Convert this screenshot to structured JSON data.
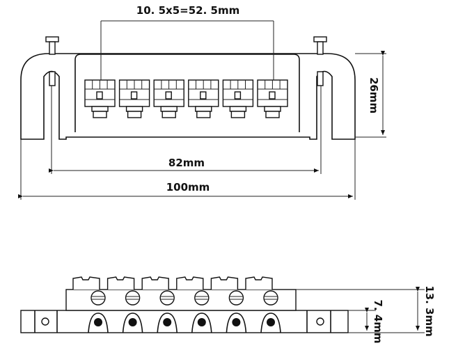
{
  "diagram": {
    "top_view": {
      "saddle_spacing_label": "10. 5x5=52. 5mm",
      "height_label": "26mm",
      "post_spacing_label": "82mm",
      "overall_width_label": "100mm",
      "saddle_count": 6
    },
    "side_view": {
      "total_height_label": "13. 3mm",
      "base_height_label": "7. 4mm"
    }
  }
}
